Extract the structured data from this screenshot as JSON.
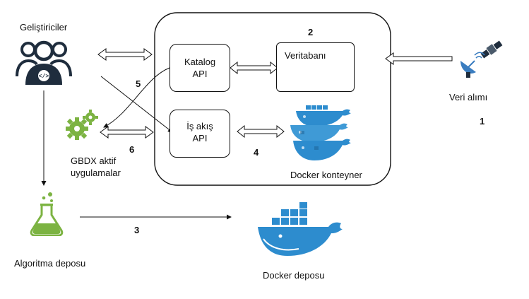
{
  "nodes": {
    "developers": {
      "label": "Geliştiriciler",
      "icon": "developers-group-icon"
    },
    "gbdx_apps": {
      "label_line1": "GBDX aktif",
      "label_line2": "uygulamalar",
      "icon": "gears-icon"
    },
    "algorithm_repo": {
      "label": "Algoritma deposu",
      "icon": "flask-icon"
    },
    "docker_repo": {
      "label": "Docker deposu",
      "icon": "docker-whale-icon"
    },
    "data_acquisition": {
      "label": "Veri alımı",
      "icon": "satellite-icon"
    },
    "catalog_api": {
      "label_line1": "Katalog",
      "label_line2": "API"
    },
    "workflow_api": {
      "label_line1": "İş akış",
      "label_line2": "API"
    },
    "database": {
      "label": "Veritabanı"
    },
    "docker_container": {
      "label": "Docker konteyner",
      "icon": "docker-containers-icon"
    }
  },
  "step_numbers": {
    "n1": "1",
    "n2": "2",
    "n3": "3",
    "n4": "4",
    "n5": "5",
    "n6": "6"
  },
  "colors": {
    "icon_green": "#7cb342",
    "icon_dark": "#1f2d3d",
    "docker_blue": "#2d8cce",
    "satellite_blue": "#3a7dc0"
  }
}
